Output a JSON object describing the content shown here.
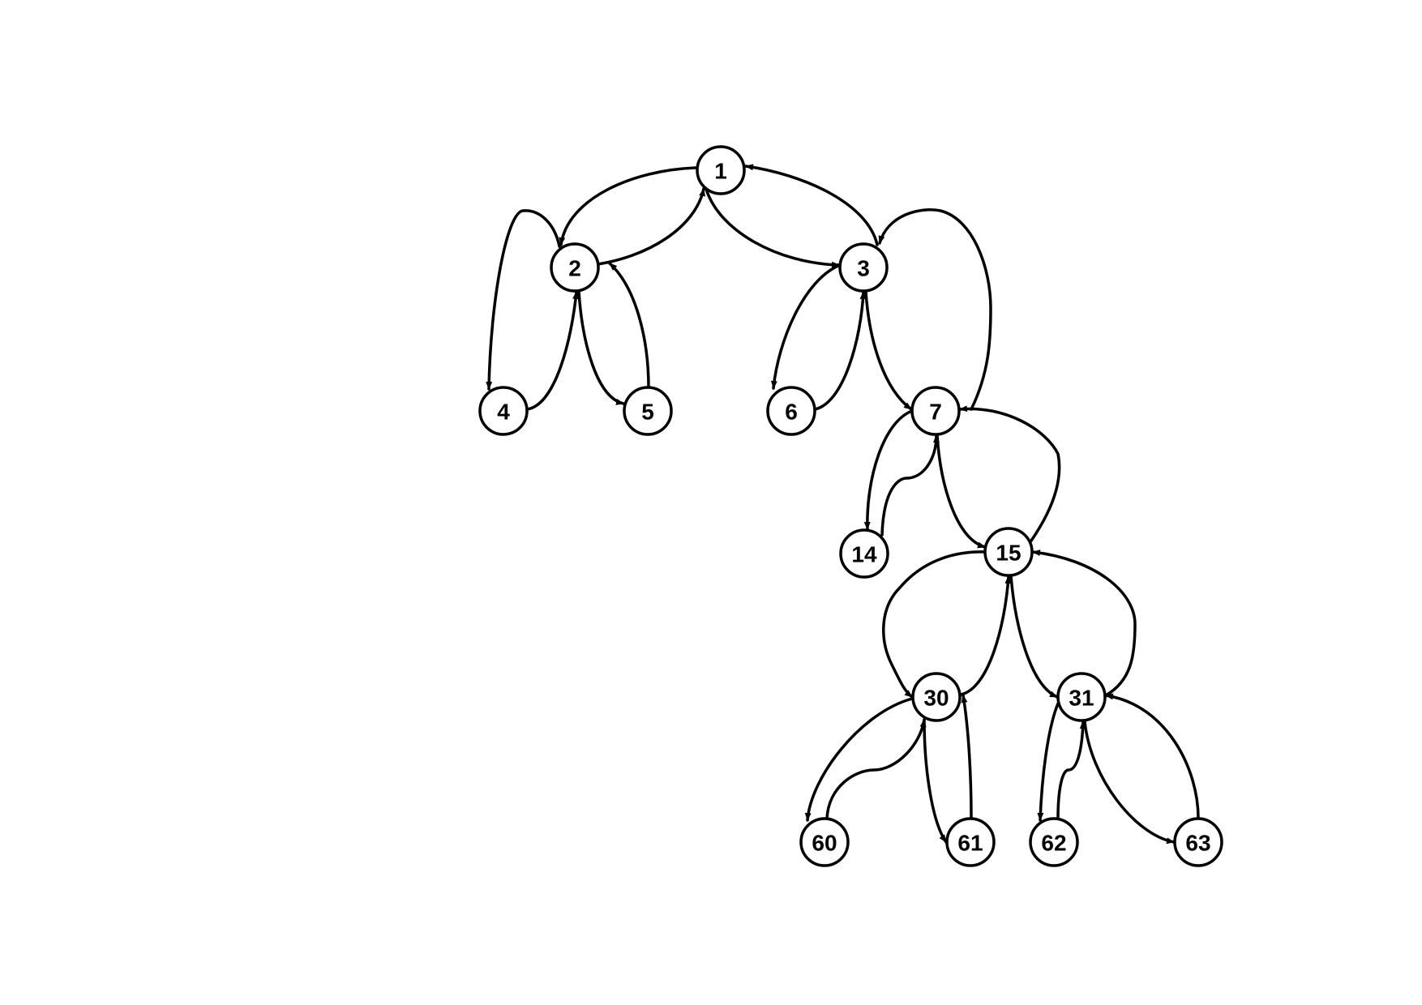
{
  "diagram": {
    "nodes": [
      {
        "id": "1",
        "label": "1"
      },
      {
        "id": "2",
        "label": "2"
      },
      {
        "id": "3",
        "label": "3"
      },
      {
        "id": "4",
        "label": "4"
      },
      {
        "id": "5",
        "label": "5"
      },
      {
        "id": "6",
        "label": "6"
      },
      {
        "id": "7",
        "label": "7"
      },
      {
        "id": "14",
        "label": "14"
      },
      {
        "id": "15",
        "label": "15"
      },
      {
        "id": "30",
        "label": "30"
      },
      {
        "id": "31",
        "label": "31"
      },
      {
        "id": "60",
        "label": "60"
      },
      {
        "id": "61",
        "label": "61"
      },
      {
        "id": "62",
        "label": "62"
      },
      {
        "id": "63",
        "label": "63"
      }
    ],
    "edges": [
      {
        "from": "1",
        "to": "2"
      },
      {
        "from": "2",
        "to": "1"
      },
      {
        "from": "1",
        "to": "3"
      },
      {
        "from": "3",
        "to": "1"
      },
      {
        "from": "2",
        "to": "4"
      },
      {
        "from": "4",
        "to": "2"
      },
      {
        "from": "2",
        "to": "5"
      },
      {
        "from": "5",
        "to": "2"
      },
      {
        "from": "3",
        "to": "6"
      },
      {
        "from": "6",
        "to": "3"
      },
      {
        "from": "3",
        "to": "7"
      },
      {
        "from": "7",
        "to": "3"
      },
      {
        "from": "7",
        "to": "14"
      },
      {
        "from": "14",
        "to": "7"
      },
      {
        "from": "7",
        "to": "15"
      },
      {
        "from": "15",
        "to": "7"
      },
      {
        "from": "15",
        "to": "30"
      },
      {
        "from": "30",
        "to": "15"
      },
      {
        "from": "15",
        "to": "31"
      },
      {
        "from": "31",
        "to": "15"
      },
      {
        "from": "30",
        "to": "60"
      },
      {
        "from": "60",
        "to": "30"
      },
      {
        "from": "30",
        "to": "61"
      },
      {
        "from": "61",
        "to": "30"
      },
      {
        "from": "31",
        "to": "62"
      },
      {
        "from": "62",
        "to": "31"
      },
      {
        "from": "31",
        "to": "63"
      },
      {
        "from": "63",
        "to": "31"
      }
    ]
  }
}
